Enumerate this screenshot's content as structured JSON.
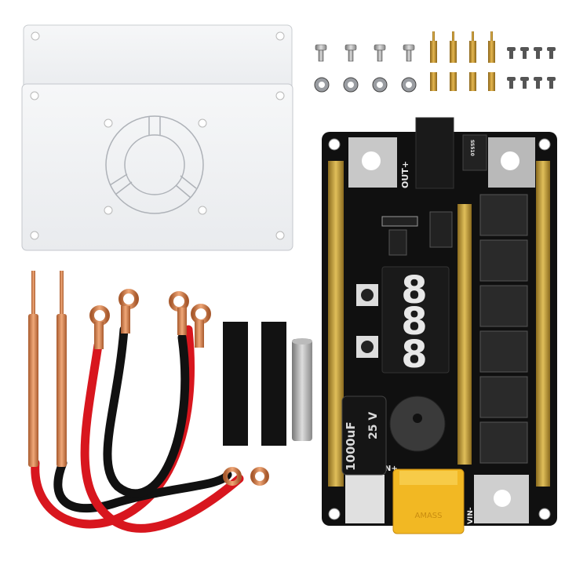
{
  "board": {
    "out_label": "OUT+",
    "vin_label": "VIN-",
    "input_label": "N+",
    "diode_label": "SS510",
    "capacitor_value": "1000uF",
    "capacitor_voltage": "25 V",
    "connector_brand": "AMASS",
    "display_digits": [
      "8",
      "8",
      "8"
    ]
  },
  "colors": {
    "pcb": "#101010",
    "gold": "#c9a238",
    "copper": "#d9875a",
    "red_wire": "#d8161e",
    "black_wire": "#111111",
    "xt60": "#f2b823",
    "acrylic": "#eef0f2"
  }
}
